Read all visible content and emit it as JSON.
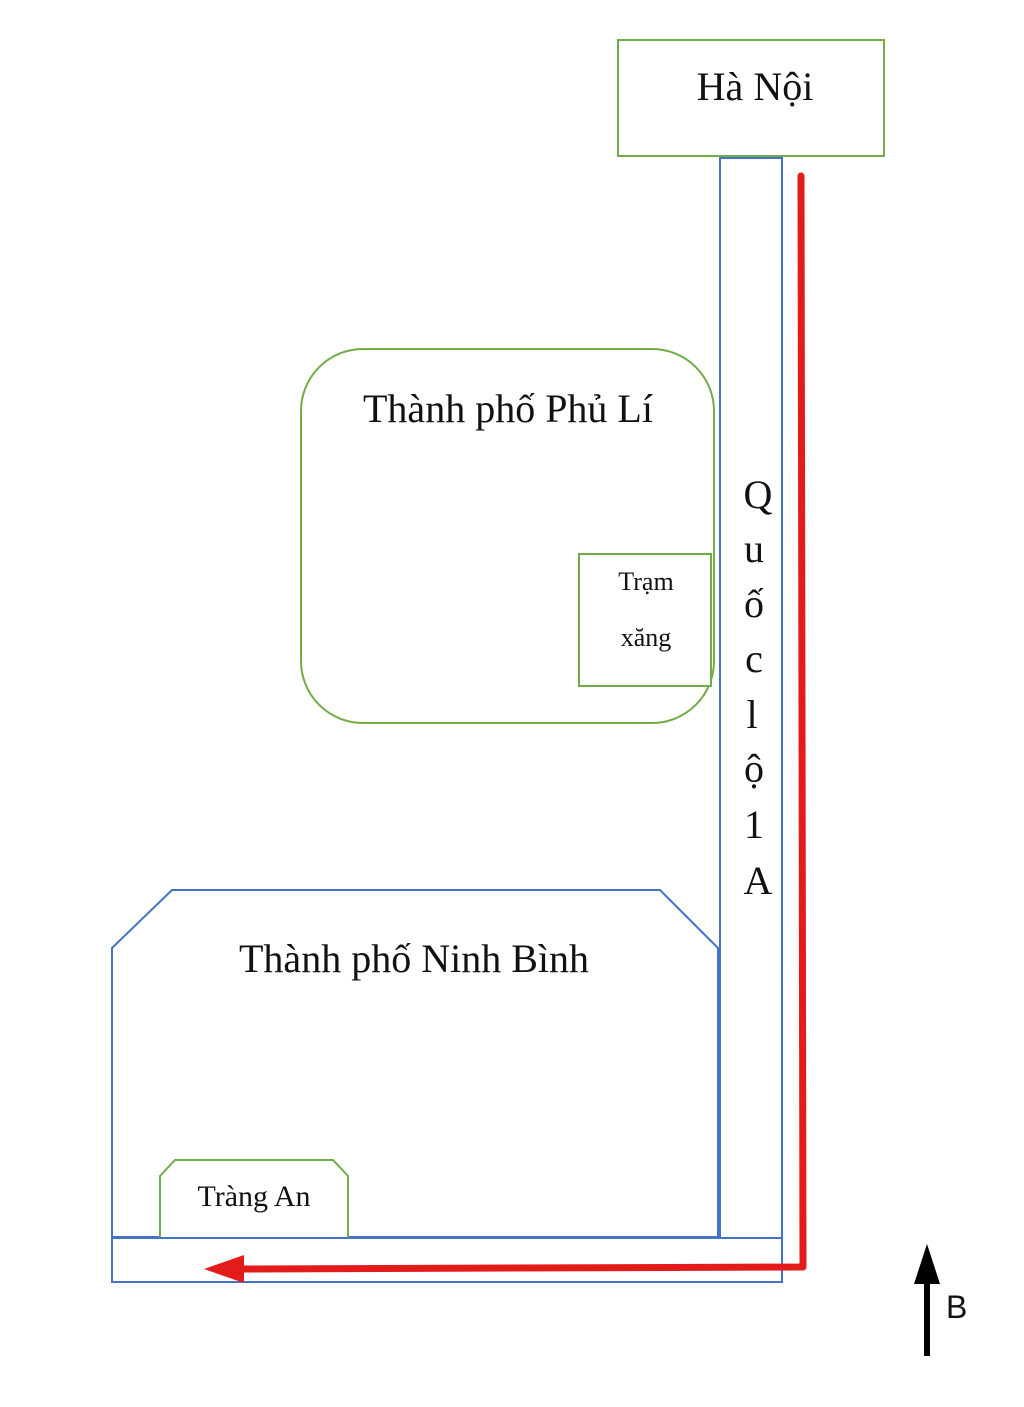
{
  "places": {
    "ha_noi": "Hà Nội",
    "phu_li": "Thành phố Phủ Lí",
    "ninh_binh": "Thành phố Ninh Bình",
    "trang_an": "Tràng An",
    "tram_xang_line1": "Trạm",
    "tram_xang_line2": "xăng"
  },
  "road": {
    "label_chars": [
      "Q",
      "u",
      "ố",
      "c",
      "l",
      "ộ",
      "1",
      "A"
    ]
  },
  "compass": {
    "north_label": "B"
  },
  "colors": {
    "green_outline": "#70ad47",
    "blue_outline": "#4472c4",
    "route_red": "#e31b1b",
    "arrow_black": "#000000"
  }
}
